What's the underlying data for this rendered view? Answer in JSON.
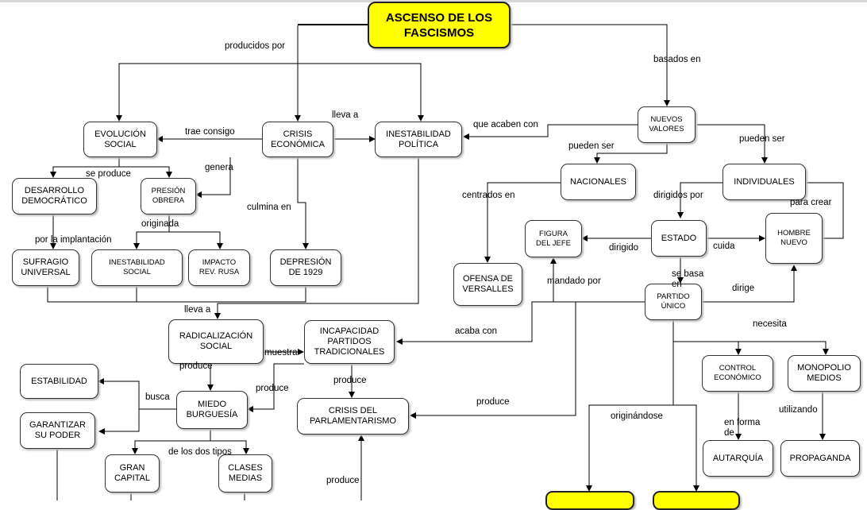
{
  "title": "ASCENSO DE LOS\nFASCISMOS",
  "nodes": {
    "evolucion": "EVOLUCIÓN\nSOCIAL",
    "crisis_economica": "CRISIS\nECONÓMICA",
    "inestabilidad_politica": "INESTABILIDAD\nPOLÍTICA",
    "nuevos_valores": "NUEVOS\nVALORES",
    "desarrollo": "DESARROLLO\nDEMOCRÁTICO",
    "presion": "PRESIÓN\nOBRERA",
    "nacionales": "NACIONALES",
    "individuales": "INDIVIDUALES",
    "figura": "FIGURA\nDEL JEFE",
    "estado": "ESTADO",
    "hombre": "HOMBRE\nNUEVO",
    "sufragio": "SUFRAGIO\nUNIVERSAL",
    "inestabilidad_social": "INESTABILIDAD\nSOCIAL",
    "impacto": "IMPACTO\nREV. RUSA",
    "depresion": "DEPRESIÓN\nDE 1929",
    "ofensa": "OFENSA DE\nVERSALLES",
    "partido": "PARTIDO\nÚNICO",
    "radicalizacion": "RADICALIZACIÓN\nSOCIAL",
    "incapacidad": "INCAPACIDAD\nPARTIDOS\nTRADICIONALES",
    "estabilidad": "ESTABILIDAD",
    "miedo": "MIEDO\nBURGUESÍA",
    "control": "CONTROL\nECONÓMICO",
    "monopolio": "MONOPOLIO\nMEDIOS",
    "garantizar": "GARANTIZAR\nSU PODER",
    "crisis_parlamentarismo": "CRISIS DEL\nPARLAMENTARISMO",
    "autarquia": "AUTARQUÍA",
    "propaganda": "PROPAGANDA",
    "gran_capital": "GRAN\nCAPITAL",
    "clases_medias": "CLASES\nMEDIAS"
  },
  "labels": {
    "producidos_por": "producidos por",
    "basados_en": "basados en",
    "lleva_a_1": "lleva a",
    "trae_consigo": "trae consigo",
    "que_acaben_con": "que acaben con",
    "pueden_ser_1": "pueden ser",
    "pueden_ser_2": "pueden ser",
    "se_produce": "se produce",
    "genera": "genera",
    "centrados_en": "centrados en",
    "dirigidos_por": "dirigidos por",
    "para_crear": "para crear",
    "culmina_en": "culmina en",
    "originada": "originada",
    "por_la_implantacion": "por la implantación",
    "dirigido": "dirigido",
    "cuida": "cuida",
    "se_basa_en": "se basa\nen",
    "mandado_por": "mandado por",
    "dirige": "dirige",
    "lleva_a_2": "lleva a",
    "acaba_con": "acaba con",
    "necesita": "necesita",
    "muestra": "muestra",
    "produce_1": "produce",
    "produce_2": "produce",
    "produce_3": "produce",
    "produce_4": "produce",
    "produce_5": "produce",
    "busca": "busca",
    "originandose": "originándose",
    "en_forma_de": "en forma\nde",
    "utilizando": "utilizando",
    "de_los_dos_tipos": "de los dos tipos"
  }
}
